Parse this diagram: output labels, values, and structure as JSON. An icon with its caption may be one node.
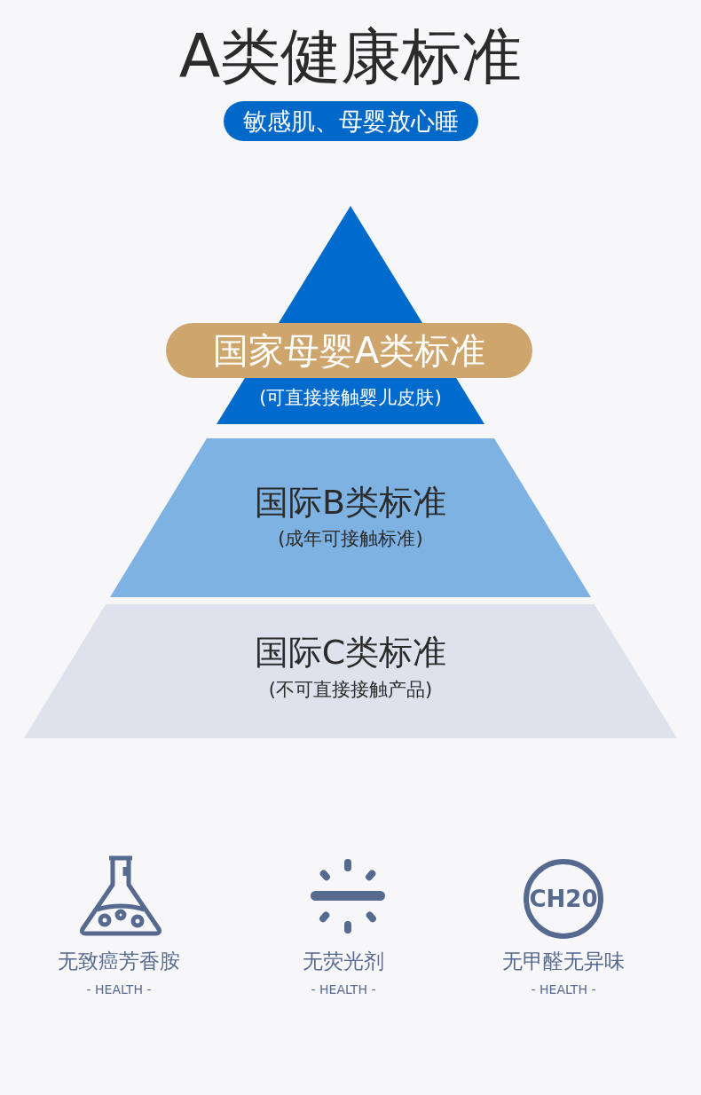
{
  "diagram": {
    "title": "A类健康标准",
    "nodes": [
      {
        "text": [
          "敏感肌、母婴放心睡"
        ]
      },
      {
        "text": [
          "(可直接接触婴儿皮肤)"
        ]
      },
      {
        "text": [
          "国家母婴A类标准"
        ]
      },
      {
        "text": [
          "国际B类标准",
          "(成年可接触标准)"
        ]
      },
      {
        "text": [
          "国际C类标准",
          "(不可直接接触产品)"
        ]
      },
      {
        "text": [
          "CH20"
        ]
      }
    ],
    "labels": [
      "无致癌芳香胺",
      "- HEALTH -",
      "无荧光剂",
      "- HEALTH -",
      "无甲醛无异味",
      "- HEALTH -"
    ]
  }
}
